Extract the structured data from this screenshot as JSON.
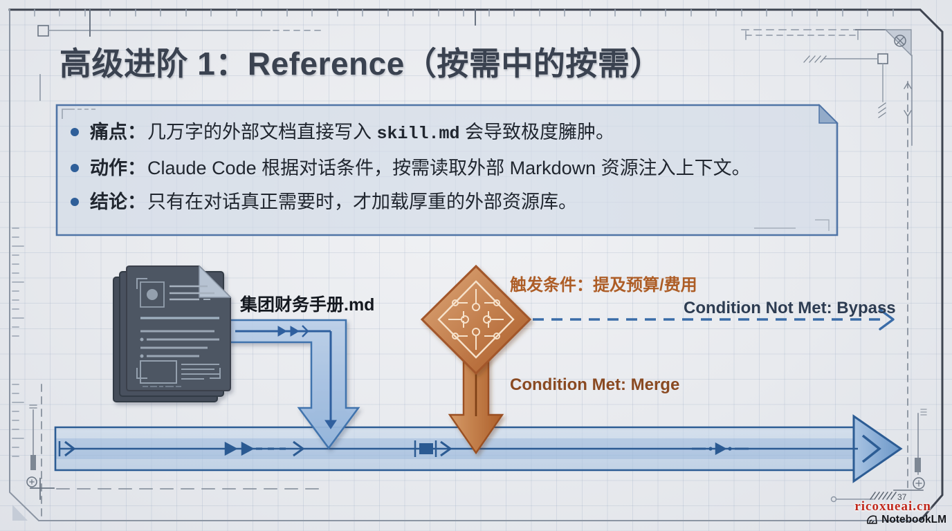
{
  "title": "高级进阶 1：Reference（按需中的按需）",
  "info_box": {
    "bullets": [
      {
        "label": "痛点：",
        "pre": "几万字的外部文档直接写入 ",
        "code": "skill.md",
        "post": " 会导致极度臃肿。"
      },
      {
        "label": "动作：",
        "pre": "Claude Code 根据对话条件，按需读取外部 Markdown 资源注入上下文。",
        "code": "",
        "post": ""
      },
      {
        "label": "结论：",
        "pre": "只有在对话真正需要时，才加载厚重的外部资源库。",
        "code": "",
        "post": ""
      }
    ]
  },
  "diagram": {
    "document_label": "集团财务手册.md",
    "trigger_label": "触发条件：提及预算/费用",
    "bypass_label": "Condition Not Met: Bypass",
    "merge_label": "Condition Met: Merge"
  },
  "frame": {
    "annotation_number": "37"
  },
  "watermarks": {
    "site": "ricoxueai.cn",
    "brand": "NotebookLM"
  },
  "colors": {
    "accent_blue": "#2c5c94",
    "accent_orange": "#b5672e",
    "title_text": "#3a4250",
    "box_border": "#4f74a6",
    "watermark_red": "#c0281c"
  }
}
